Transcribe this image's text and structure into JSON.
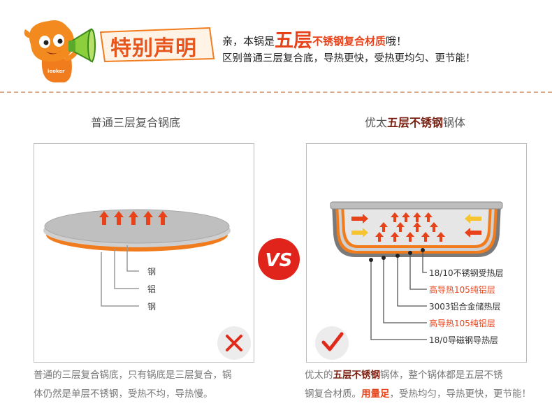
{
  "header": {
    "badge_title": "特别声明",
    "line1_prefix": "亲，本锅是",
    "line1_big": "五层",
    "line1_red": "不锈钢复合材质",
    "line1_suffix": "哦！",
    "line2": "区别普通三层复合底，导热更快，受热更均匀、更节能！",
    "mascot_shirt": "ieoker"
  },
  "left": {
    "title": "普通三层复合锅底",
    "layers": [
      "钢",
      "铝",
      "钢"
    ],
    "verdict_icon": "cross-icon",
    "desc_line1": "普通的三层复合锅底，只有锅底是三层复合，锅",
    "desc_line2": "体仍然是单层不锈钢，受热不均，导热慢。"
  },
  "vs": {
    "label": "VS"
  },
  "right": {
    "title_prefix": "优太",
    "title_em": "五层不锈钢",
    "title_suffix": "锅体",
    "layers": [
      {
        "label": "18/10不锈钢受热层",
        "color": "#333333"
      },
      {
        "label": "高导热105纯铝层",
        "color": "#e8421a"
      },
      {
        "label": "3003铝合金储热层",
        "color": "#333333"
      },
      {
        "label": "高导热105纯铝层",
        "color": "#e8421a"
      },
      {
        "label": "18/0导磁钢导热层",
        "color": "#333333"
      }
    ],
    "verdict_icon": "check-icon",
    "desc_l1_a": "优太的",
    "desc_l1_em": "五层不锈钢",
    "desc_l1_b": "锅体，整个锅体都是五层不锈",
    "desc_l2_a": "钢复合材质。",
    "desc_l2_em": "用量足",
    "desc_l2_b": "，受热均匀，导热更快，更节能！"
  },
  "colors": {
    "accent": "#e8421a",
    "orange": "#f07c1e",
    "dark_red": "#7a1f10",
    "green": "#4caf2a"
  }
}
